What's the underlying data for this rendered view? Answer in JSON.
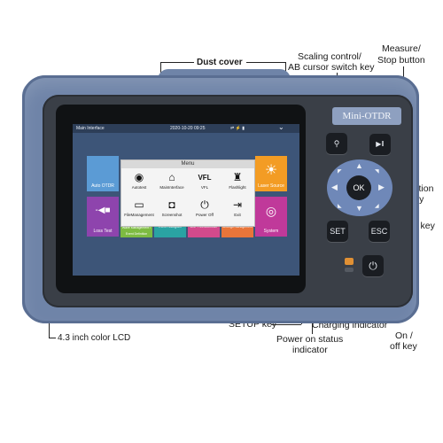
{
  "callouts": {
    "dust_cover": "Dust cover",
    "scaling_control_line1": "Scaling control/",
    "scaling_control_line2": "AB cursor switch key",
    "measure_line1": "Measure/",
    "measure_line2": "Stop button",
    "direction_line1": "Direction",
    "direction_line2": "key",
    "esc_key": "ESC key",
    "lcd": "4.3 inch color LCD",
    "setup_key": "SETUP key",
    "charging_indicator": "Charging indicator",
    "power_status_line1": "Power on status",
    "power_status_line2": "indicator",
    "onoff_line1": "On /",
    "onoff_line2": "off key"
  },
  "device": {
    "brand": "Mini-OTDR",
    "keys": {
      "set": "SET",
      "esc": "ESC",
      "ok": "OK",
      "play_pause": "▶‖",
      "power": "⏻"
    }
  },
  "screen": {
    "status_left": "Main Interface",
    "status_time": "2020-10-20 09:25",
    "status_icons": "⇌ ⚡ ▮",
    "tiles": {
      "auto_otdr": "Auto OTDR",
      "loss_test": "Loss Test",
      "light_source": "Laser Source",
      "system": "System",
      "bottom1": "Wave Management / Event Definition",
      "bottom2": "Event Histogram",
      "bottom3": "DNF Free/Definitive",
      "bottom4": "Settings management"
    },
    "menu": {
      "title": "Menu",
      "items": [
        {
          "label": "Autotest",
          "icon": "autotest-icon",
          "glyph": "◉"
        },
        {
          "label": "MainInterface",
          "icon": "home-icon",
          "glyph": "⌂"
        },
        {
          "label": "VFL",
          "icon": "vfl-icon",
          "glyph": "VFL"
        },
        {
          "label": "Flashlight",
          "icon": "flashlight-icon",
          "glyph": "♜"
        },
        {
          "label": "FileManagement",
          "icon": "folder-icon",
          "glyph": "▭"
        },
        {
          "label": "Screenshot",
          "icon": "camera-icon",
          "glyph": "◘"
        },
        {
          "label": "Power Off",
          "icon": "power-icon",
          "glyph": "⏻"
        },
        {
          "label": "Exit",
          "icon": "exit-icon",
          "glyph": "⇥"
        }
      ]
    }
  },
  "colors": {
    "housing": "#6f84a8",
    "screen_bg": "#3d5578",
    "auto_otdr_tile": "#5b9bd5",
    "light_source_tile": "#f39c24",
    "loss_test_tile": "#8e44ad",
    "system_tile": "#c0399a",
    "charging_led": "#e09034"
  }
}
